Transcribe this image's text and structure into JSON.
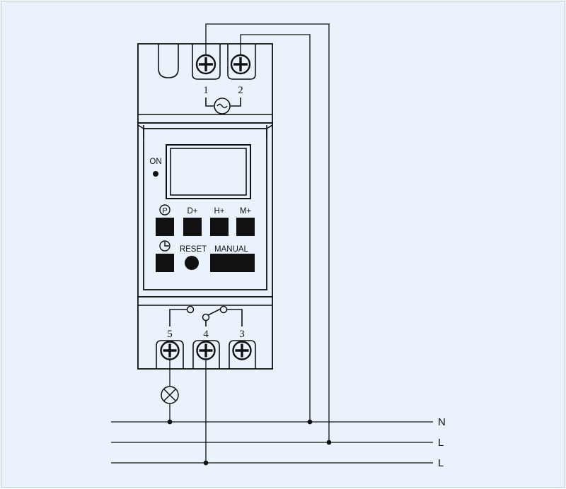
{
  "device": {
    "top_terminals": [
      "1",
      "2"
    ],
    "bottom_terminals": [
      "5",
      "4",
      "3"
    ],
    "indicator_label": "ON",
    "button_labels": {
      "d": "D+",
      "h": "H+",
      "m": "M+",
      "reset": "RESET",
      "manual": "MANUAL"
    },
    "icons": {
      "program": "program-p-icon",
      "clock": "clock-icon",
      "supply": "ac-supply-symbol",
      "switch": "relay-switch-symbol",
      "lamp": "lamp-icon",
      "screw": "screw-terminal-icon"
    }
  },
  "supply_lines": [
    "N",
    "L",
    "L"
  ],
  "colors": {
    "background": "#eaf3fb",
    "border": "#b5c9dc",
    "ink": "#111111"
  }
}
